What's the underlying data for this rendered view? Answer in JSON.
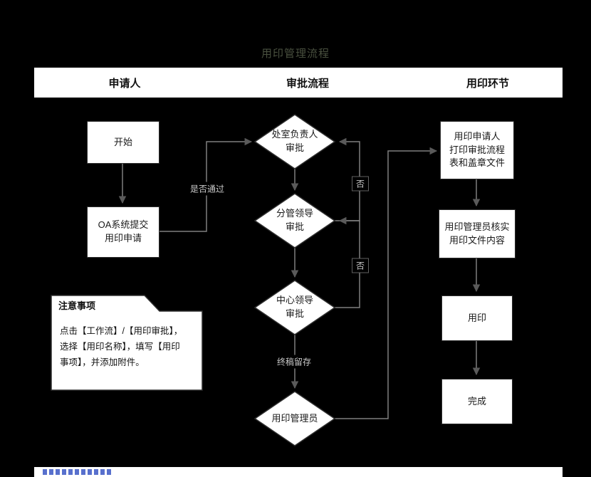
{
  "title": "用印管理流程",
  "lanes": {
    "applicant": "申请人",
    "approval": "审批流程",
    "seal_phase": "用印环节"
  },
  "applicant": {
    "start": "开始",
    "oa_submit": "OA系统提交\n用印申请"
  },
  "approval": {
    "dept_head": "处室负责人\n审批",
    "division_leader": "分管领导\n审批",
    "center_leader": "中心领导\n审批",
    "seal_admin": "用印管理员"
  },
  "seal_phase": {
    "print_docs": "用印申请人\n打印审批流程\n表和盖章文件",
    "verify_docs": "用印管理员核实\n用印文件内容",
    "seal": "用印",
    "done": "完成"
  },
  "edge_labels": {
    "pass": "是否通过",
    "no1": "否",
    "no2": "否",
    "final_archive": "终稿留存"
  },
  "note": {
    "tab": "注意事项",
    "body": "点击【工作流】/【用印审批】，\n选择【用印名称】，填写【用印\n事项】，并添加附件。"
  },
  "colors": {
    "background": "#000000",
    "shape_fill": "#ffffff",
    "shape_border": "#2e2e2e",
    "connector_line": "#7f7f7f",
    "arrowhead": "#5a5a5a",
    "edge_label_text": "#c9c9c9",
    "title_text": "#49503f",
    "watermark_blue": "#3a57c4"
  }
}
